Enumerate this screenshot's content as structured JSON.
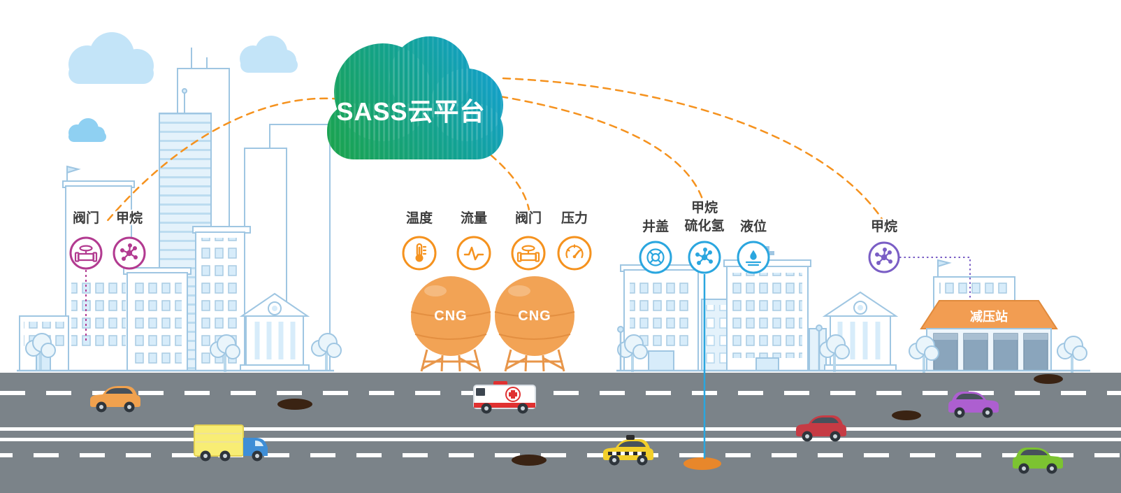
{
  "cloud": {
    "label": "SASS云平台"
  },
  "groups": {
    "building": {
      "color": "#b23a90",
      "sensors": [
        {
          "label": "阀门",
          "icon": "valve-icon"
        },
        {
          "label": "甲烷",
          "icon": "methane-icon"
        }
      ]
    },
    "cng": {
      "color": "#f5921e",
      "sensors": [
        {
          "label": "温度",
          "icon": "thermometer-icon"
        },
        {
          "label": "流量",
          "icon": "flow-icon"
        },
        {
          "label": "阀门",
          "icon": "valve-icon"
        },
        {
          "label": "压力",
          "icon": "gauge-icon"
        }
      ]
    },
    "manhole": {
      "color": "#2aa6df",
      "sensors": [
        {
          "label": "井盖",
          "icon": "manhole-icon"
        },
        {
          "label": "甲烷",
          "label2": "硫化氢",
          "icon": "methane-icon"
        },
        {
          "label": "液位",
          "icon": "water-level-icon"
        }
      ]
    },
    "station": {
      "color": "#7a5ec5",
      "sensors": [
        {
          "label": "甲烷",
          "icon": "methane-icon"
        }
      ]
    }
  },
  "tanks": {
    "labels": [
      "CNG",
      "CNG"
    ]
  },
  "station_building": {
    "label": "减压站",
    "roof_color": "#f29d52"
  },
  "colors": {
    "connection": "#f5921e",
    "road": "#7b8389",
    "tank": "#f2a355",
    "cloud_gradient_from": "#1aa351",
    "cloud_gradient_to": "#149fd9",
    "sky_cloud": "#c3e4f8",
    "manhole_dark": "#3a2313",
    "manhole_orange": "#e8872b"
  },
  "vehicles": [
    {
      "type": "car",
      "color": "#f0a14e"
    },
    {
      "type": "truck",
      "color": "#f8ed74"
    },
    {
      "type": "ambulance",
      "color": "#e03131"
    },
    {
      "type": "taxi",
      "color": "#f2cf2b"
    },
    {
      "type": "car",
      "color": "#c63b44"
    },
    {
      "type": "car",
      "color": "#ad5fd0"
    },
    {
      "type": "car",
      "color": "#7cc331"
    }
  ]
}
